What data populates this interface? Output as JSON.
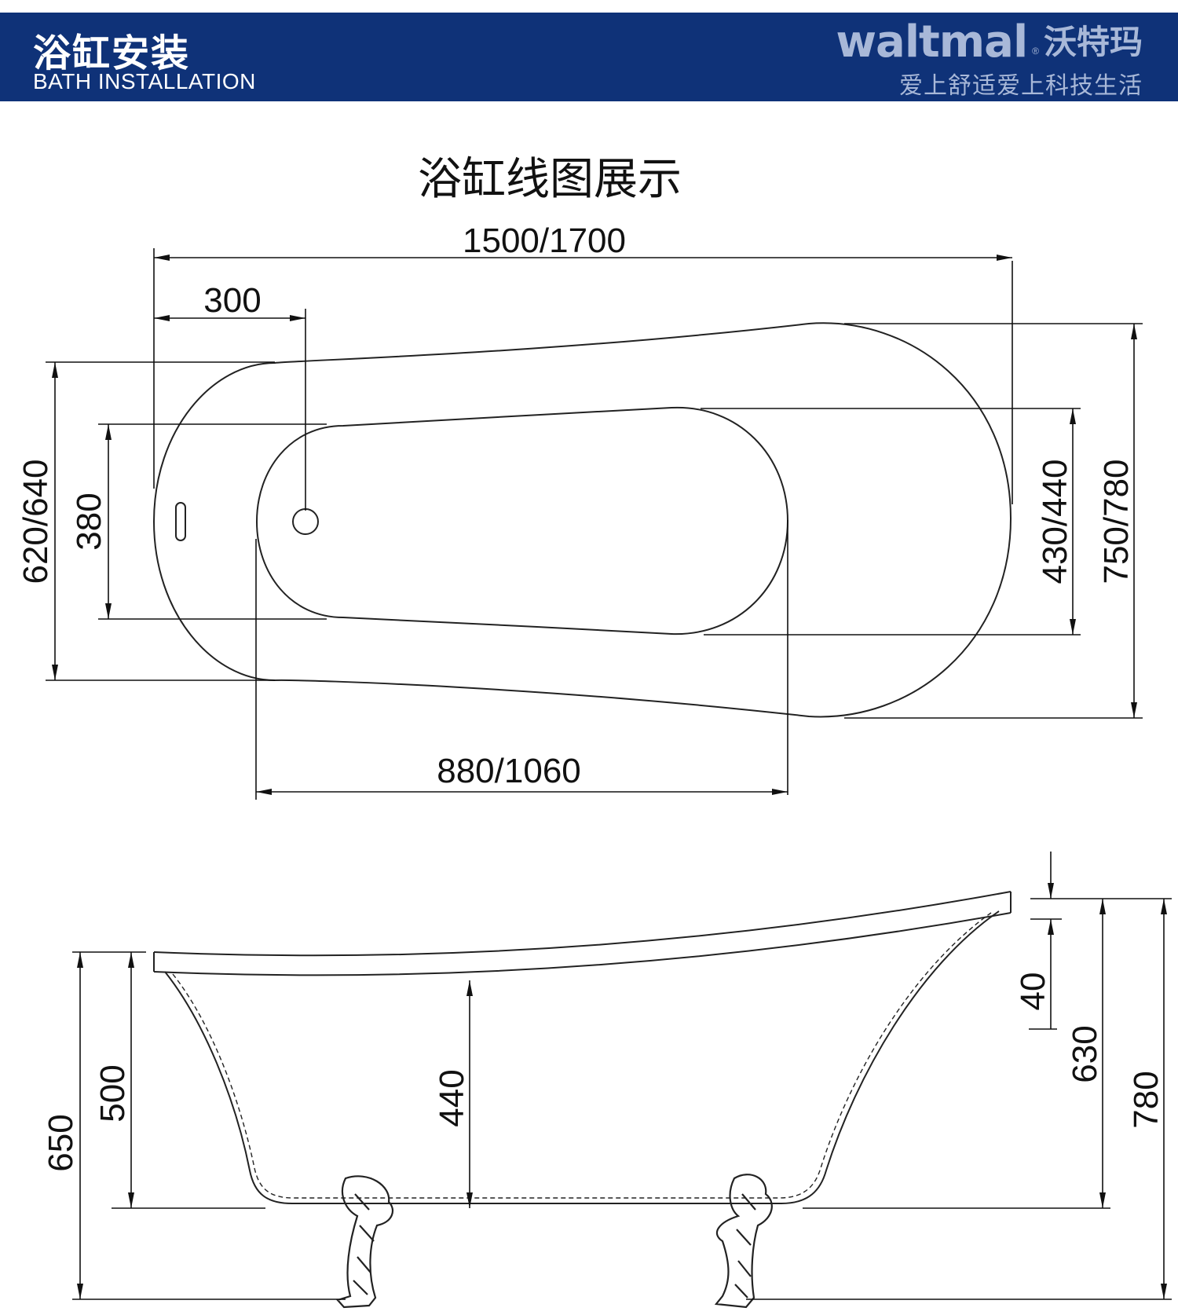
{
  "header": {
    "title_cn": "浴缸安装",
    "title_en": "BATH INSTALLATION",
    "brand_en": "waltmal",
    "brand_reg": "®",
    "brand_cn": "沃特玛",
    "slogan": "爱上舒适爱上科技生活",
    "background": "#0f3278"
  },
  "diagram": {
    "title": "浴缸线图展示",
    "top_view": {
      "overall_length": "1500/1700",
      "drain_offset": "300",
      "outer_width": "620/640",
      "inner_width_left": "380",
      "inner_width_right": "430/440",
      "overall_width": "750/780",
      "inner_length": "880/1060"
    },
    "side_view": {
      "left_height": "650",
      "left_inner_height": "500",
      "depth": "440",
      "rim_thickness": "40",
      "right_inner_height": "630",
      "right_height": "780"
    }
  }
}
